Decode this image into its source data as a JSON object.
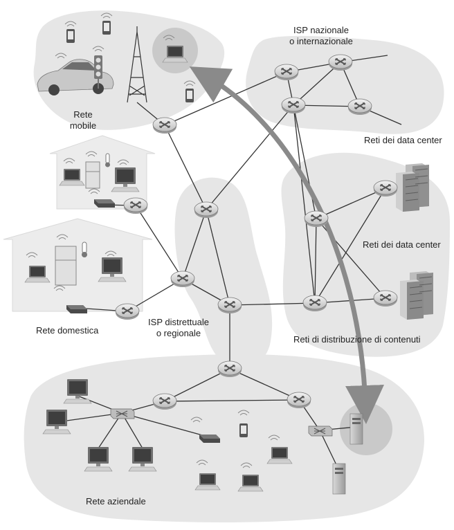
{
  "labels": {
    "rete_mobile_1": "Rete",
    "rete_mobile_2": "mobile",
    "isp_globale_1": "ISP nazionale",
    "isp_globale_2": "o internazionale",
    "data_center_1": "Reti dei data center",
    "data_center_2": "Reti dei data center",
    "rete_domestica": "Rete domestica",
    "isp_regionale_1": "ISP distrettuale",
    "isp_regionale_2": "o regionale",
    "cdn": "Reti di distribuzione di contenuti",
    "rete_aziendale": "Rete aziendale"
  },
  "colors": {
    "region_fill": "#e6e6e6",
    "house_fill": "#ececec",
    "router_fill": "#d6d6d6",
    "link": "#333333",
    "arrow": "#8a8a8a",
    "highlight": "#c9c9c9"
  }
}
